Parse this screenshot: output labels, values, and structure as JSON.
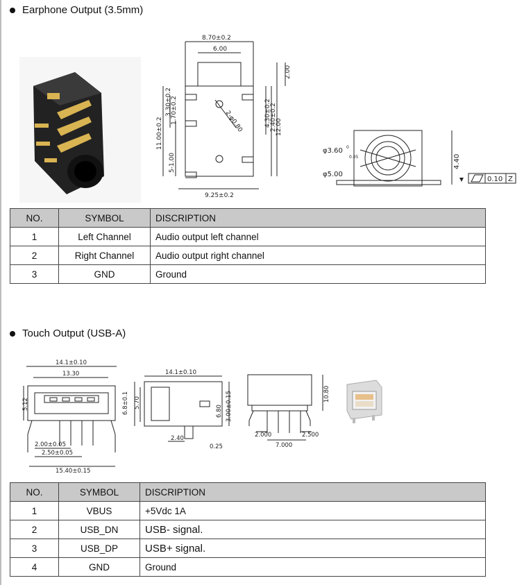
{
  "earphone": {
    "title": "Earphone Output (3.5mm)",
    "dims": {
      "w_outer": "8.70±0.2",
      "w_top": "6.00",
      "h_top": "2.00",
      "v1": "3.30±0.2",
      "v2": "1.70±0.2",
      "v3": "11.00±0.2",
      "v4": "5-1.00",
      "hole": "2-φ0.80",
      "r1": "4.30±0.2",
      "r2": "2.40±0.2",
      "r3": "12.00",
      "w_bottom": "9.25±0.2",
      "d_inner": "φ3.60",
      "d_inner_tol_up": "0",
      "d_inner_tol_down": "0.05",
      "d_outer": "φ5.00",
      "h_side": "4.40",
      "flatness": "0.10",
      "datum": "Z"
    },
    "table": {
      "headers": [
        "NO.",
        "SYMBOL",
        "DISCRIPTION"
      ],
      "rows": [
        [
          "1",
          "Left Channel",
          "Audio output left channel"
        ],
        [
          "2",
          "Right Channel",
          "Audio output right channel"
        ],
        [
          "3",
          "GND",
          "Ground"
        ]
      ]
    }
  },
  "touch": {
    "title": "Touch Output (USB-A)",
    "dims": {
      "top_w": "14.1±0.10",
      "inner_w": "13.30",
      "left_h": "5.12",
      "pin1": "2.00±0.05",
      "pin2": "2.50±0.05",
      "total_w": "15.40±0.15",
      "side_w": "14.1±0.10",
      "side_h1": "6.8±0.1",
      "side_h2": "5.70",
      "side_h3": "6.80",
      "side_h4": "3.00±0.15",
      "side_b1": "2.40",
      "side_b2": "0.25",
      "back_h": "10.80",
      "back_b1": "2.000",
      "back_b2": "2.500",
      "back_b3": "7.000"
    },
    "table": {
      "headers": [
        "NO.",
        "SYMBOL",
        "DISCRIPTION"
      ],
      "rows": [
        [
          "1",
          "VBUS",
          "+5Vdc  1A"
        ],
        [
          "2",
          "USB_DN",
          "USB-  signal."
        ],
        [
          "3",
          "USB_DP",
          "USB+  signal."
        ],
        [
          "4",
          "GND",
          "Ground"
        ]
      ]
    }
  }
}
